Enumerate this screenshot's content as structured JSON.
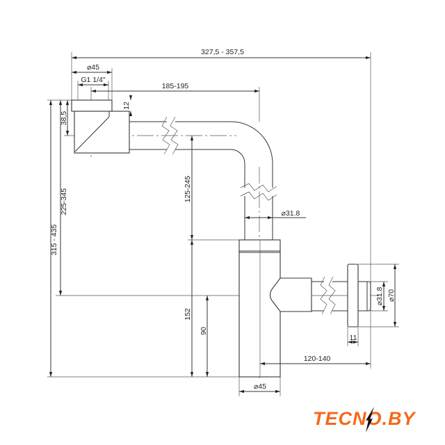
{
  "dimensions": {
    "overall_width": "327,5 - 357,5",
    "inlet_diameter": "⌀45",
    "thread": "G1 1/4\"",
    "horizontal_reach": "185-195",
    "cap_height": "12",
    "inlet_offset": "38,5",
    "total_height": "315 - 435",
    "outlet_height": "225-345",
    "vertical_adjust": "125-245",
    "pipe_diameter_vertical": "⌀31.8",
    "body_height": "152",
    "outlet_center_height": "90",
    "outlet_pipe_diameter": "⌀31.8",
    "flange_diameter": "⌀70",
    "flange_thickness": "11",
    "outlet_reach": "120-140",
    "body_diameter": "⌀45"
  },
  "logo": {
    "text": "TECNO.BY",
    "color": "#f26a1b"
  }
}
